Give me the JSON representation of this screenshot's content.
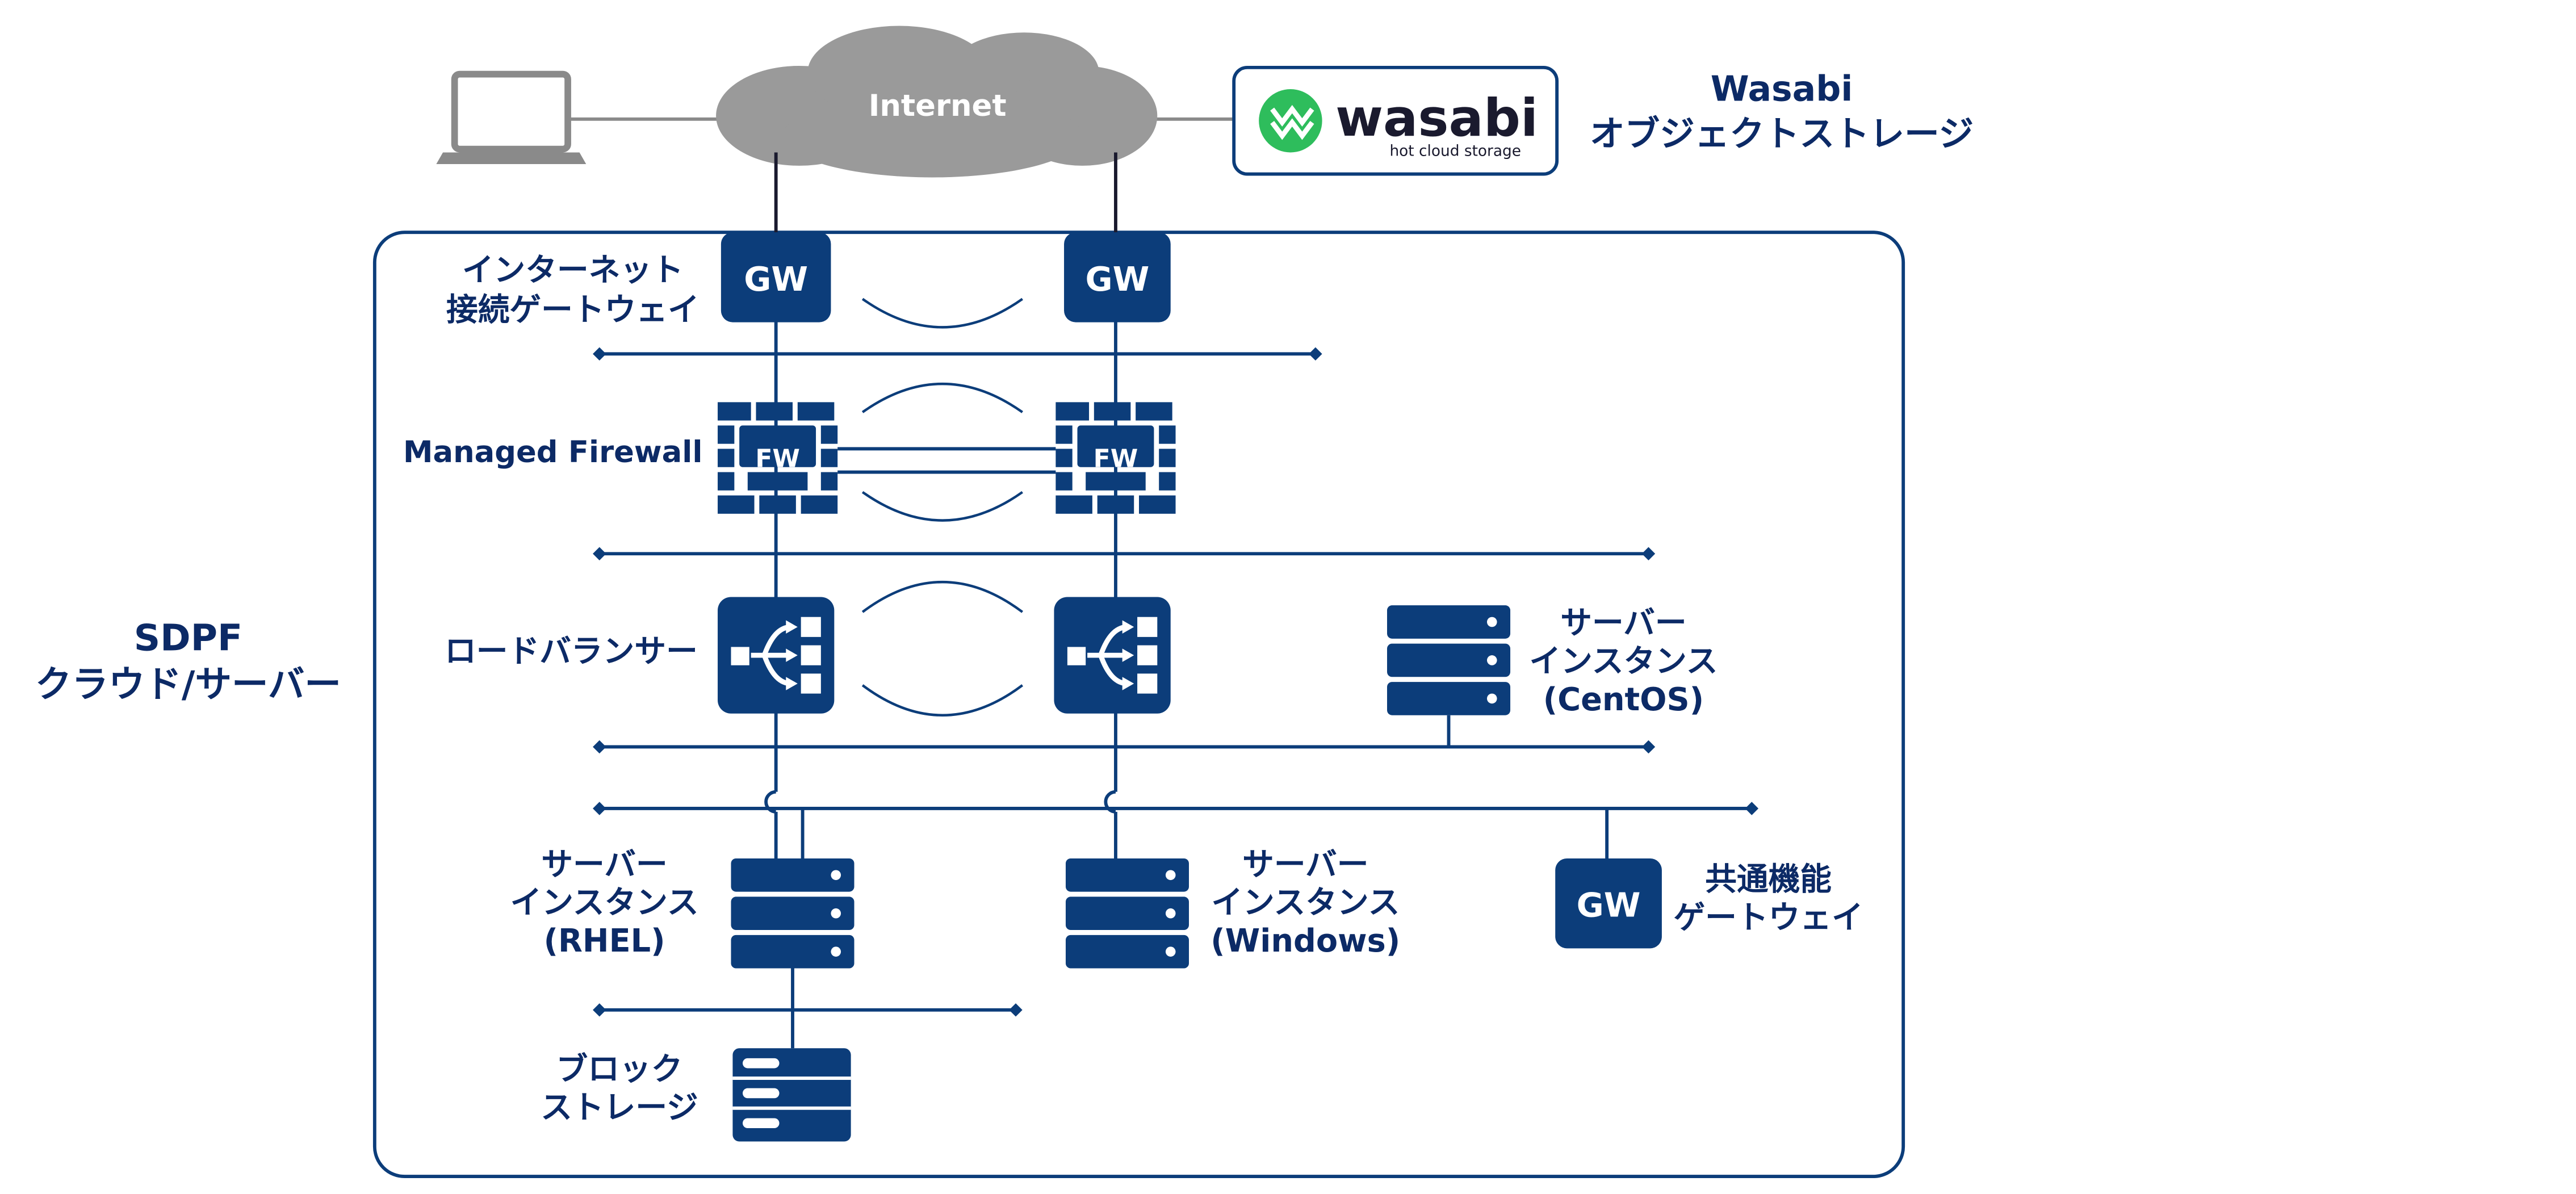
{
  "internet": {
    "label": "Internet"
  },
  "wasabi": {
    "logo_text": "wasabi",
    "tagline": "hot cloud storage",
    "title_lines": [
      "Wasabi",
      "オブジェクトストレージ"
    ]
  },
  "sdpf": {
    "label_lines": [
      "SDPF",
      "クラウド/サーバー"
    ]
  },
  "gateways": {
    "icon_text": "GW",
    "label_lines": [
      "インターネット",
      "接続ゲートウェイ"
    ]
  },
  "firewall": {
    "icon_text": "FW",
    "label": "Managed Firewall"
  },
  "load_balancer": {
    "label": "ロードバランサー"
  },
  "server_centos": {
    "label_lines": [
      "サーバー",
      "インスタンス",
      "(CentOS)"
    ]
  },
  "server_rhel": {
    "label_lines": [
      "サーバー",
      "インスタンス",
      "(RHEL)"
    ]
  },
  "server_windows": {
    "label_lines": [
      "サーバー",
      "インスタンス",
      "(Windows)"
    ]
  },
  "common_gw": {
    "icon_text": "GW",
    "label_lines": [
      "共通機能",
      "ゲートウェイ"
    ]
  },
  "block_storage": {
    "label_lines": [
      "ブロック",
      "ストレージ"
    ]
  },
  "colors": {
    "navy": "#0c3d7a",
    "text": "#0c2a66",
    "cloud": "#9a9a9a",
    "wasabi_green": "#2ebd5c"
  }
}
